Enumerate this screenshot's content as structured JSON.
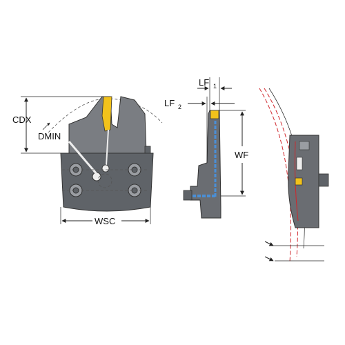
{
  "labels": {
    "cdx": "CDX",
    "dmin": "DMIN",
    "wsc": "WSC",
    "lf1_main": "LF",
    "lf1_sub": "1",
    "lf2_main": "LF",
    "lf2_sub": "2",
    "wf": "WF"
  },
  "colors": {
    "body_dark": "#5f6368",
    "body_mid": "#7a7d82",
    "body_light": "#9a9da2",
    "insert_yellow": "#f2c21b",
    "coolant_blue": "#4a8fd6",
    "accent_red": "#d0262b"
  }
}
